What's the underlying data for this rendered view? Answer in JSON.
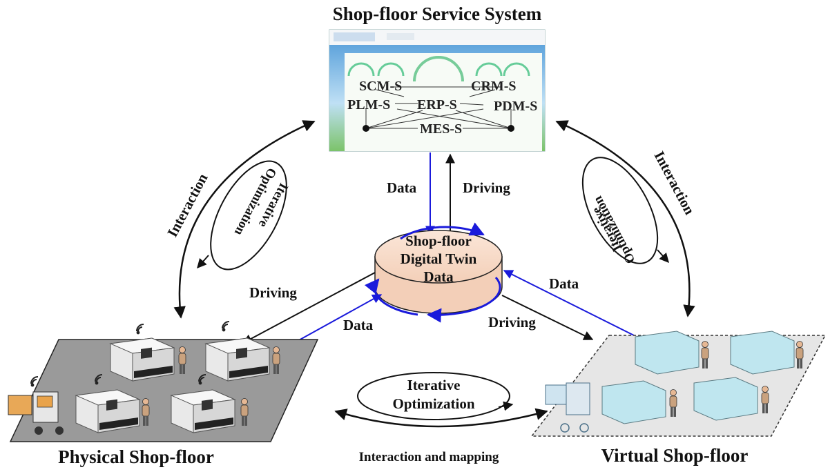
{
  "titles": {
    "service_system": "Shop-floor Service System",
    "physical": "Physical Shop-floor",
    "virtual": "Virtual Shop-floor"
  },
  "center": {
    "line1": "Shop-floor",
    "line2": "Digital Twin",
    "line3": "Data"
  },
  "service_modules": {
    "scm": "SCM-S",
    "crm": "CRM-S",
    "plm": "PLM-S",
    "erp": "ERP-S",
    "pdm": "PDM-S",
    "mes": "MES-S"
  },
  "flows": {
    "top_data": "Data",
    "top_driving": "Driving",
    "left_driving": "Driving",
    "left_data": "Data",
    "right_data": "Data",
    "right_driving": "Driving"
  },
  "loops": {
    "left_interaction": "Interaction",
    "left_iterative": "Iterative",
    "left_optimization": "Optimization",
    "right_interaction": "Interaction",
    "right_iterative": "Iterative",
    "right_optimization": "Optimization",
    "bottom_iterative": "Iterative",
    "bottom_optimization": "Optimization",
    "bottom_caption": "Interaction and mapping"
  },
  "colors": {
    "data_flow": "#1a1adb",
    "driving_flow": "#111111",
    "cylinder_fill": "#f6d8c4",
    "physical_floor": "#9a9a9a",
    "virtual_floor": "#e6e6e6",
    "machine_virtual": "#bfe6ef"
  }
}
